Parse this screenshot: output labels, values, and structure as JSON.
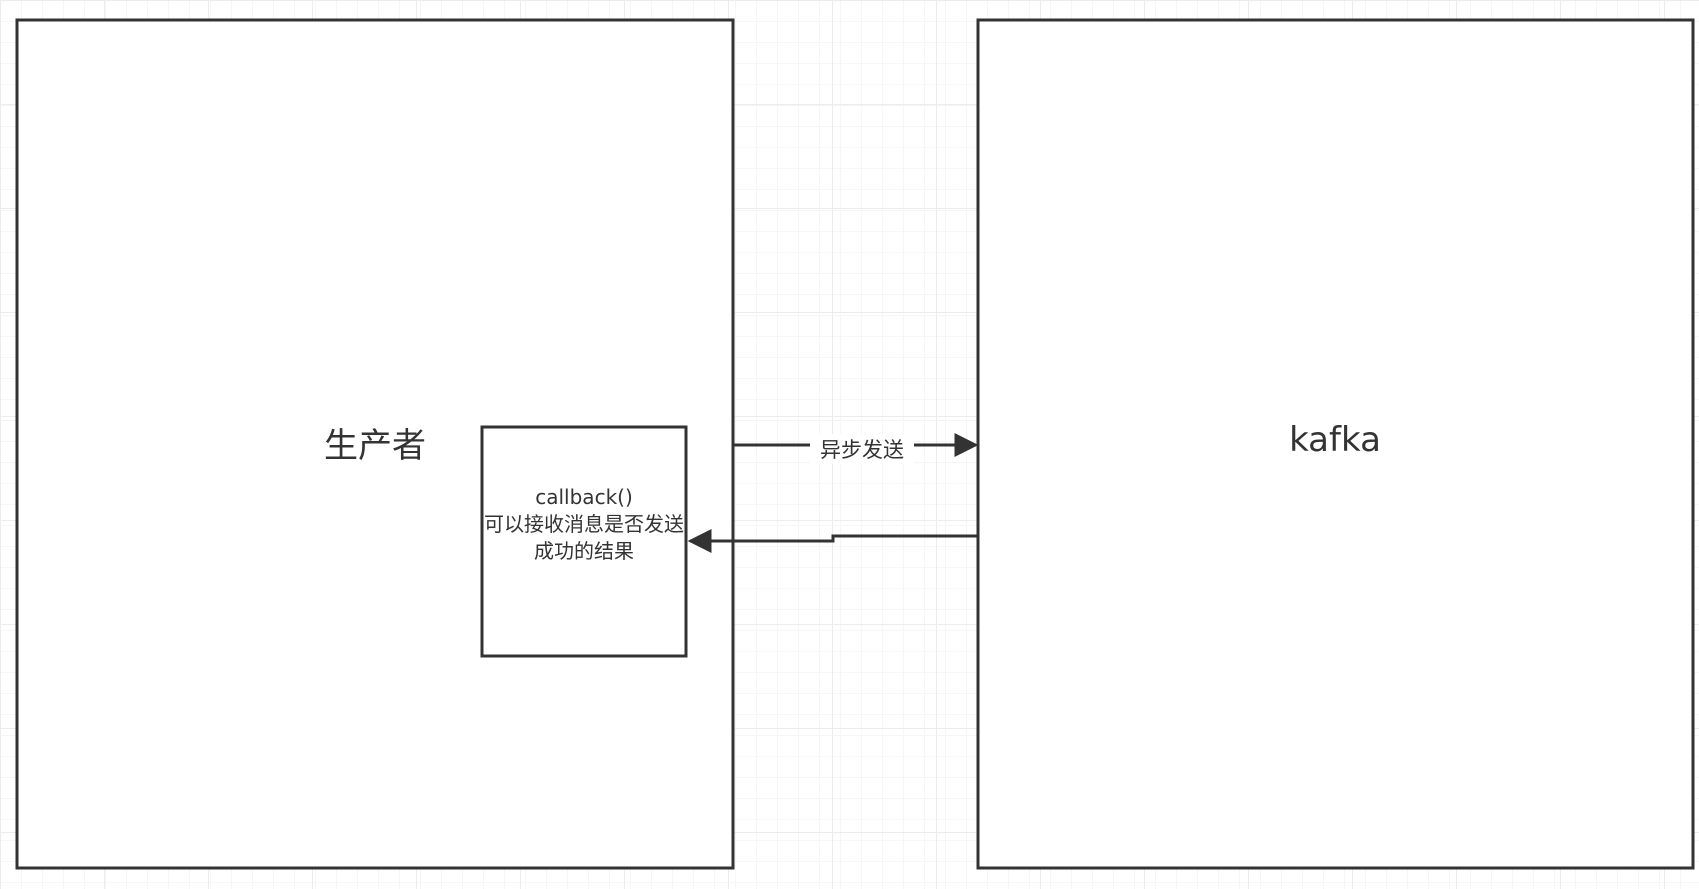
{
  "diagram": {
    "producer": {
      "label": "生产者"
    },
    "kafka": {
      "label": "kafka"
    },
    "callback": {
      "title": "callback()",
      "description": "可以接收消息是否发送成功的结果"
    },
    "edge_send": {
      "label": "异步发送"
    },
    "colors": {
      "stroke": "#333333",
      "background": "#ffffff",
      "grid": "#ececec"
    }
  }
}
